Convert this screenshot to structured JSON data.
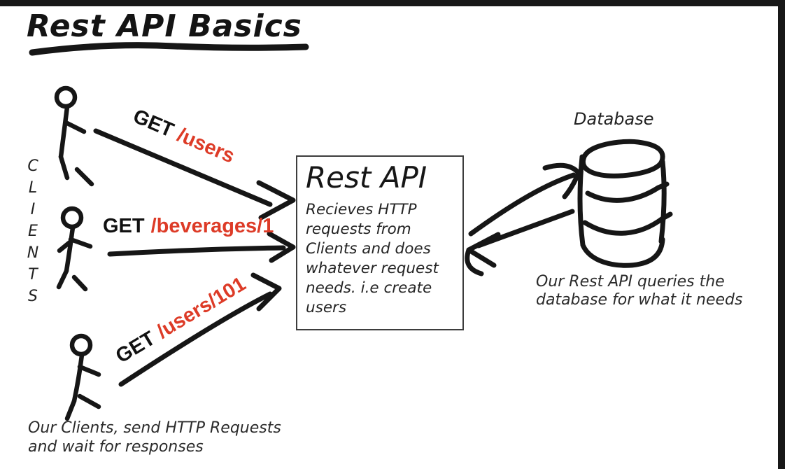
{
  "colors": {
    "background": "#ffffff",
    "frame_bars": "#181818",
    "ink": "#161616",
    "box_border": "#3d3d3d",
    "accent_red": "#dd3b27"
  },
  "title": "Rest API Basics",
  "clients": {
    "letters": [
      "C",
      "L",
      "I",
      "E",
      "N",
      "T",
      "S"
    ],
    "caption_lines": [
      "Our Clients, send HTTP Requests",
      "and wait for responses"
    ]
  },
  "requests": [
    {
      "method": "GET",
      "path": "/users"
    },
    {
      "method": "GET",
      "path": "/beverages/1"
    },
    {
      "method": "GET",
      "path": "/users/101"
    }
  ],
  "api_box": {
    "title": "Rest API",
    "description": "Recieves HTTP requests from Clients and does whatever request needs. i.e create users"
  },
  "database": {
    "label": "Database",
    "caption_lines": [
      "Our Rest API queries the",
      "database for what it needs"
    ]
  }
}
